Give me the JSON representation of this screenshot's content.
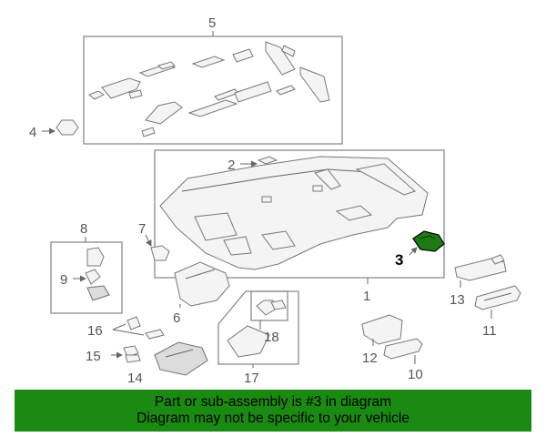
{
  "callouts": {
    "c1": "1",
    "c2": "2",
    "c3": "3",
    "c4": "4",
    "c5": "5",
    "c6": "6",
    "c7": "7",
    "c8": "8",
    "c9": "9",
    "c10": "10",
    "c11": "11",
    "c12": "12",
    "c13": "13",
    "c14": "14",
    "c15": "15",
    "c16": "16",
    "c17": "17",
    "c18": "18"
  },
  "highlight_part": "3",
  "colors": {
    "banner": "#1a8a12",
    "highlight_part": "#1e7a14"
  },
  "banner": {
    "line1": "Part or sub-assembly is #3 in diagram",
    "line2": "Diagram may not be specific to your vehicle"
  }
}
